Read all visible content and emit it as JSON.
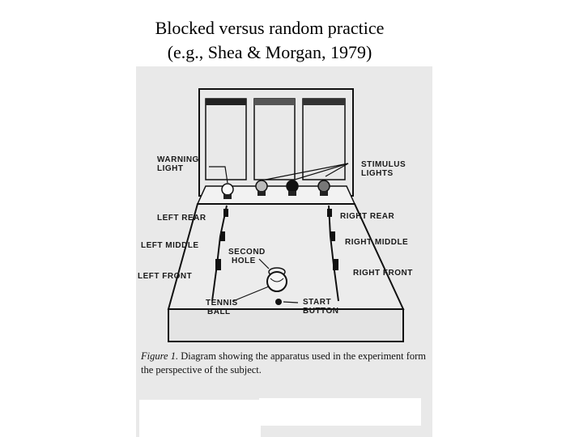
{
  "slide": {
    "title_line1": "Blocked versus random practice",
    "title_line2": "(e.g., Shea & Morgan, 1979)"
  },
  "figure": {
    "labels": {
      "warning_light_1": "WARNING",
      "warning_light_2": "LIGHT",
      "stimulus_lights_1": "STIMULUS",
      "stimulus_lights_2": "LIGHTS",
      "left_rear": "LEFT REAR",
      "right_rear": "RIGHT REAR",
      "left_middle": "LEFT MIDDLE",
      "right_middle": "RIGHT MIDDLE",
      "left_front": "LEFT FRONT",
      "right_front": "RIGHT FRONT",
      "second_hole_1": "SECOND",
      "second_hole_2": "HOLE",
      "tennis_ball_1": "TENNIS",
      "tennis_ball_2": "BALL",
      "start_button_1": "START",
      "start_button_2": "BUTTON"
    },
    "caption_label": "Figure 1.",
    "caption_text": "Diagram showing the apparatus used in the experiment form the perspective of the subject."
  }
}
